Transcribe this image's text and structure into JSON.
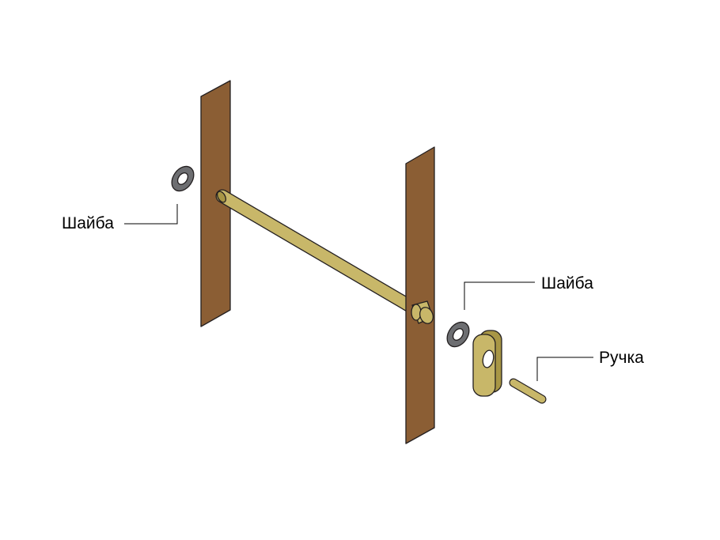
{
  "labels": {
    "washer_left": "Шайба",
    "washer_right": "Шайба",
    "handle": "Ручка"
  },
  "colors": {
    "wood": "#8b5e34",
    "brass": "#c8b769",
    "brass_dark": "#a89645",
    "washer": "#6d6e71",
    "outline": "#231f20",
    "leader": "#000000",
    "background": "#ffffff"
  }
}
